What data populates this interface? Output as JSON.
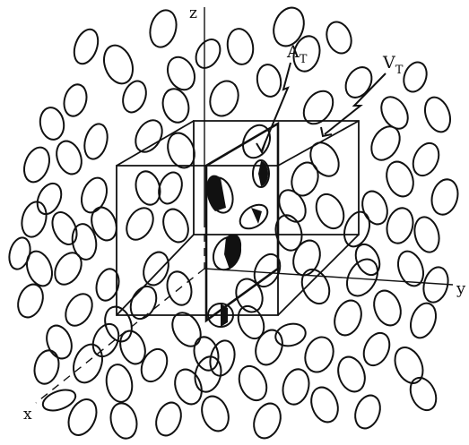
{
  "figure": {
    "axis_labels": {
      "z": "z",
      "y": "y",
      "x": "x"
    },
    "annotations": {
      "area": "A",
      "area_sub": "T",
      "volume": "V",
      "volume_sub": "T"
    }
  },
  "colors": {
    "ink": "#111111",
    "paper": "#ffffff"
  }
}
